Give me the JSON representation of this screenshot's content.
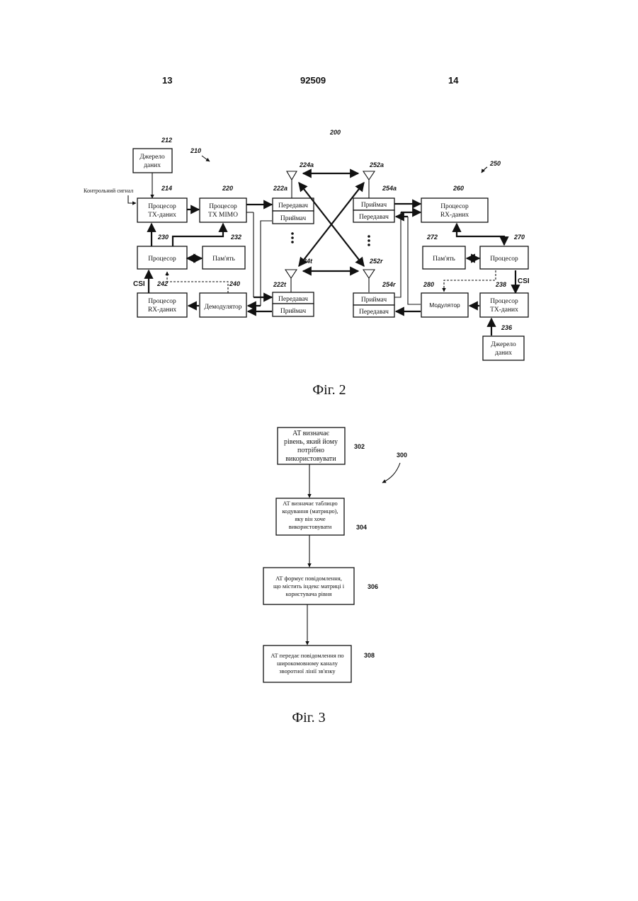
{
  "header": {
    "left_page": "13",
    "patent_number": "92509",
    "right_page": "14"
  },
  "fig2": {
    "caption": "Фіг. 2",
    "ref_system": "200",
    "ref_left_station": "210",
    "ref_right_station": "250",
    "control_signal": "Контрольний сигнал",
    "csi_left": "CSI",
    "csi_right": "CSI",
    "blocks": {
      "data_source_left": {
        "ref": "212",
        "line1": "Джерело",
        "line2": "даних"
      },
      "tx_data_proc_left": {
        "ref": "214",
        "line1": "Процесор",
        "line2": "TX-даних"
      },
      "tx_mimo_proc": {
        "ref": "220",
        "line1": "Процесор",
        "line2": "TX MIMO"
      },
      "processor_left": {
        "ref": "230",
        "line1": "Процесор"
      },
      "memory_left": {
        "ref": "232",
        "line1": "Пам'ять"
      },
      "rx_data_proc_left": {
        "ref": "242",
        "line1": "Процесор",
        "line2": "RX-даних"
      },
      "demodulator": {
        "ref": "240",
        "line1": "Демодулятор"
      },
      "trx_left_top": {
        "ref": "222a",
        "tx": "Передавач",
        "rx": "Приймач"
      },
      "trx_left_bottom": {
        "ref": "222t",
        "tx": "Передавач",
        "rx": "Приймач"
      },
      "antenna_left_top": {
        "ref": "224a"
      },
      "antenna_left_bottom": {
        "ref": "224t"
      },
      "antenna_right_top": {
        "ref": "252a"
      },
      "antenna_right_bottom": {
        "ref": "252r"
      },
      "trx_right_top": {
        "ref": "254a",
        "rx": "Приймач",
        "tx": "Передавач"
      },
      "trx_right_bottom": {
        "ref": "254r",
        "rx": "Приймач",
        "tx": "Передавач"
      },
      "rx_data_proc_right": {
        "ref": "260",
        "line1": "Процесор",
        "line2": "RX-даних"
      },
      "memory_right": {
        "ref": "272",
        "line1": "Пам'ять"
      },
      "processor_right": {
        "ref": "270",
        "line1": "Процесор"
      },
      "modulator": {
        "ref": "280",
        "line1": "Модулятор"
      },
      "tx_data_proc_right": {
        "ref": "238",
        "line1": "Процесор",
        "line2": "TX-даних"
      },
      "data_source_right": {
        "ref": "236",
        "line1": "Джерело",
        "line2": "даних"
      }
    }
  },
  "fig3": {
    "caption": "Фіг. 3",
    "ref_flow": "300",
    "steps": [
      {
        "ref": "302",
        "lines": [
          "AT визначає",
          "рівень, який йому",
          "потрібно",
          "використовувати"
        ]
      },
      {
        "ref": "304",
        "lines": [
          "AT визначає таблицю",
          "кодування (матрицю),",
          "яку він хоче",
          "використовувати"
        ]
      },
      {
        "ref": "306",
        "lines": [
          "AT формує повідомлення,",
          "що містить індекс матриці і",
          "користувача рівня"
        ]
      },
      {
        "ref": "308",
        "lines": [
          "AT передає повідомлення по",
          "широкомовному каналу",
          "зворотної лінії зв'язку"
        ]
      }
    ]
  }
}
